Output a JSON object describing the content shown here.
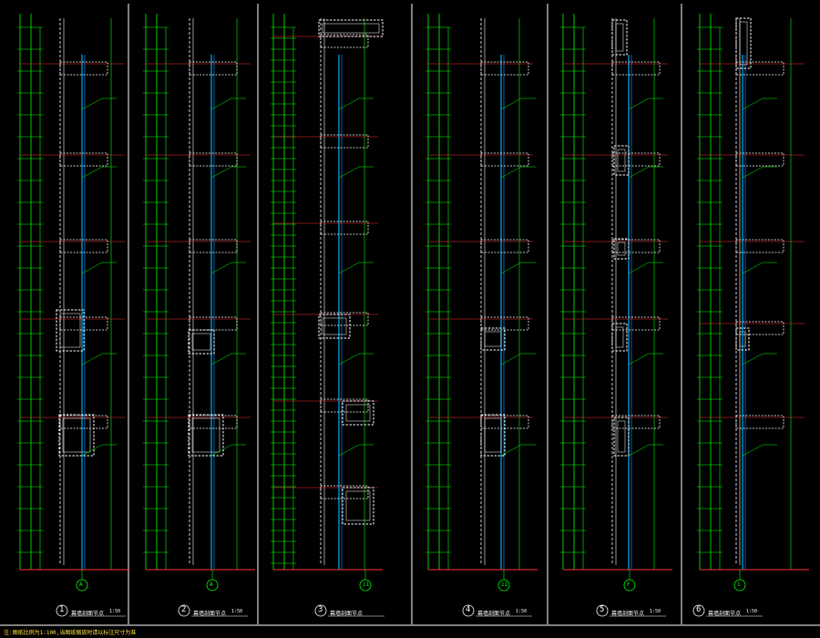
{
  "drawing": {
    "footer_note": "注:图纸比例为1:100,当图纸缩放时请以标注尺寸为准",
    "colors": {
      "background": "#000000",
      "dimension": "#00ff00",
      "wall": "#ffffff",
      "glass": "#00aaff",
      "slab": "#ff3030",
      "leader": "#00ff00",
      "text": "#ffffff",
      "footer": "#ffe040",
      "sheet_border": "#ffffff"
    },
    "sections": [
      {
        "number": "1",
        "title": "幕墙剖面节点",
        "axis": "A",
        "scale": "1:50"
      },
      {
        "number": "2",
        "title": "幕墙剖面节点",
        "axis": "A",
        "scale": "1:50"
      },
      {
        "number": "3",
        "title": "幕墙剖面节点",
        "axis": "11",
        "scale": ""
      },
      {
        "number": "4",
        "title": "幕墙剖面节点",
        "axis": "11",
        "scale": "1:50"
      },
      {
        "number": "5",
        "title": "幕墙剖面节点",
        "axis": "F",
        "scale": "1:50"
      },
      {
        "number": "6",
        "title": "幕墙剖面节点",
        "axis": "1",
        "scale": "1:50"
      }
    ]
  }
}
